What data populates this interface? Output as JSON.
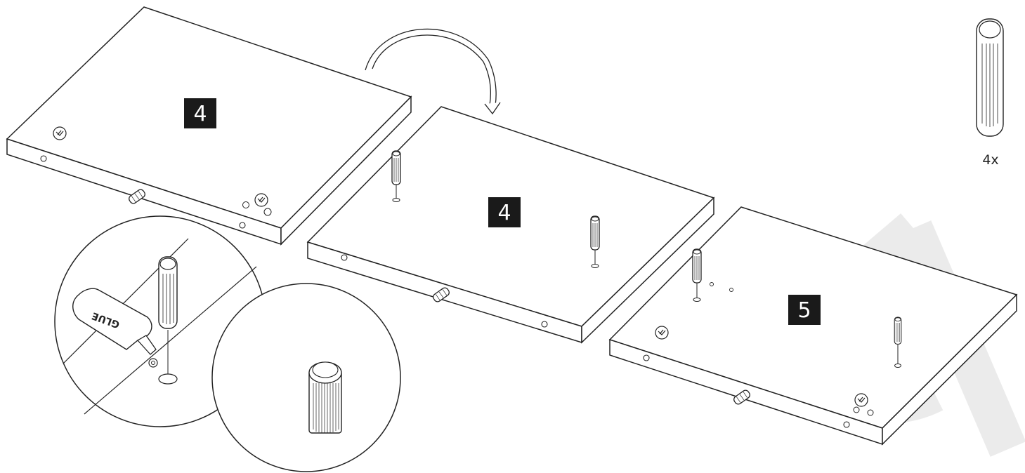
{
  "panels": [
    {
      "number": "4"
    },
    {
      "number": "4"
    },
    {
      "number": "5"
    }
  ],
  "part": {
    "quantity": "4x",
    "icon": "wooden-dowel-icon"
  },
  "detail": {
    "glue_label": "GLUE"
  },
  "colors": {
    "line": "#222222",
    "box": "#1a1a1a",
    "watermark": "#ebebeb"
  }
}
